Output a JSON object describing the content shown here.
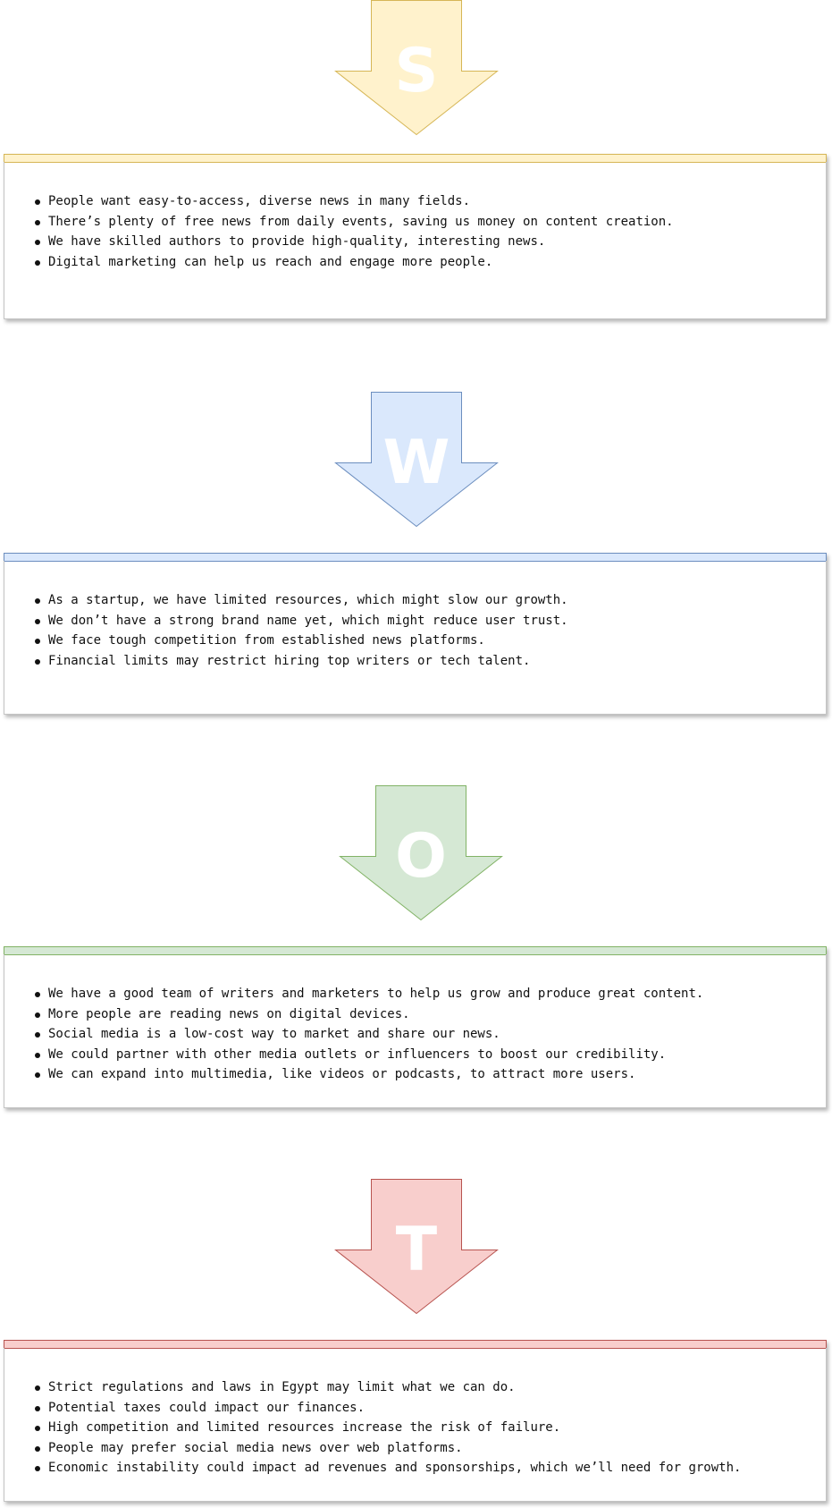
{
  "sections": [
    {
      "letter": "S",
      "colors": {
        "fill": "#fff2cc",
        "stroke": "#d6b656"
      },
      "items": [
        "People want easy-to-access, diverse news in many fields.",
        "There’s plenty of free news from daily events, saving us money on content creation.",
        "We have skilled authors to provide high-quality, interesting news.",
        "Digital marketing can help us reach and engage more people."
      ]
    },
    {
      "letter": "W",
      "colors": {
        "fill": "#dae8fc",
        "stroke": "#6c8ebf"
      },
      "items": [
        "As a startup, we have limited resources, which might slow our growth.",
        "We don’t have a strong brand name yet, which might reduce user trust.",
        "We face tough competition from established news platforms.",
        "Financial limits may restrict hiring top writers or tech talent."
      ]
    },
    {
      "letter": "O",
      "colors": {
        "fill": "#d5e8d4",
        "stroke": "#82b366"
      },
      "items": [
        "We have a good team of writers and marketers to help us grow and produce great content.",
        "More people are reading news on digital devices.",
        "Social media is a low-cost way to market and share our news.",
        "We could partner with other media outlets or influencers to boost our credibility.",
        "We can expand into multimedia, like videos or podcasts, to attract more users."
      ]
    },
    {
      "letter": "T",
      "colors": {
        "fill": "#f8cecc",
        "stroke": "#b85450"
      },
      "items": [
        "Strict regulations and laws in Egypt may limit what we can do.",
        "Potential taxes could impact our finances.",
        "High competition and limited resources increase the risk of failure.",
        "People may prefer social media news over web platforms.",
        "Economic instability could impact ad revenues and sponsorships, which we’ll need for growth."
      ]
    }
  ]
}
